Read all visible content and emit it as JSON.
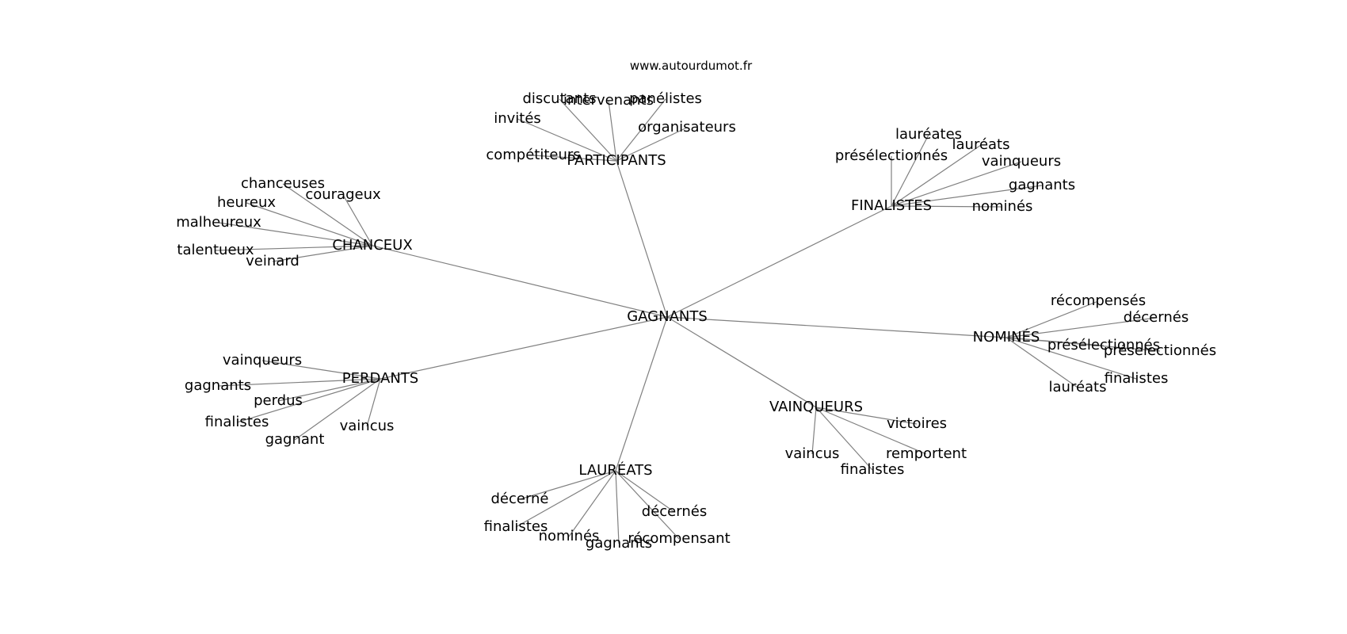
{
  "header": {
    "site": "www.autourdumot.fr"
  },
  "graph": {
    "center": "GAGNANTS",
    "groups": [
      {
        "label": "PARTICIPANTS",
        "children": [
          "discutants",
          "intervenants",
          "panélistes",
          "invités",
          "organisateurs",
          "compétiteurs"
        ]
      },
      {
        "label": "FINALISTES",
        "children": [
          "lauréates",
          "lauréats",
          "présélectionnés",
          "vainqueurs",
          "gagnants",
          "nominés"
        ]
      },
      {
        "label": "CHANCEUX",
        "children": [
          "chanceuses",
          "courageux",
          "heureux",
          "malheureux",
          "talentueux",
          "veinard"
        ]
      },
      {
        "label": "NOMINÉS",
        "children": [
          "récompensés",
          "décernés",
          "présélectionnés",
          "préselectionnés",
          "finalistes",
          "lauréats"
        ]
      },
      {
        "label": "PERDANTS",
        "children": [
          "vainqueurs",
          "gagnants",
          "perdus",
          "finalistes",
          "gagnant",
          "vaincus"
        ]
      },
      {
        "label": "VAINQUEURS",
        "children": [
          "victoires",
          "remportent",
          "vaincus",
          "finalistes"
        ]
      },
      {
        "label": "LAURÉATS",
        "children": [
          "décerné",
          "décernés",
          "finalistes",
          "nominés",
          "gagnants",
          "récompensant"
        ]
      }
    ]
  }
}
